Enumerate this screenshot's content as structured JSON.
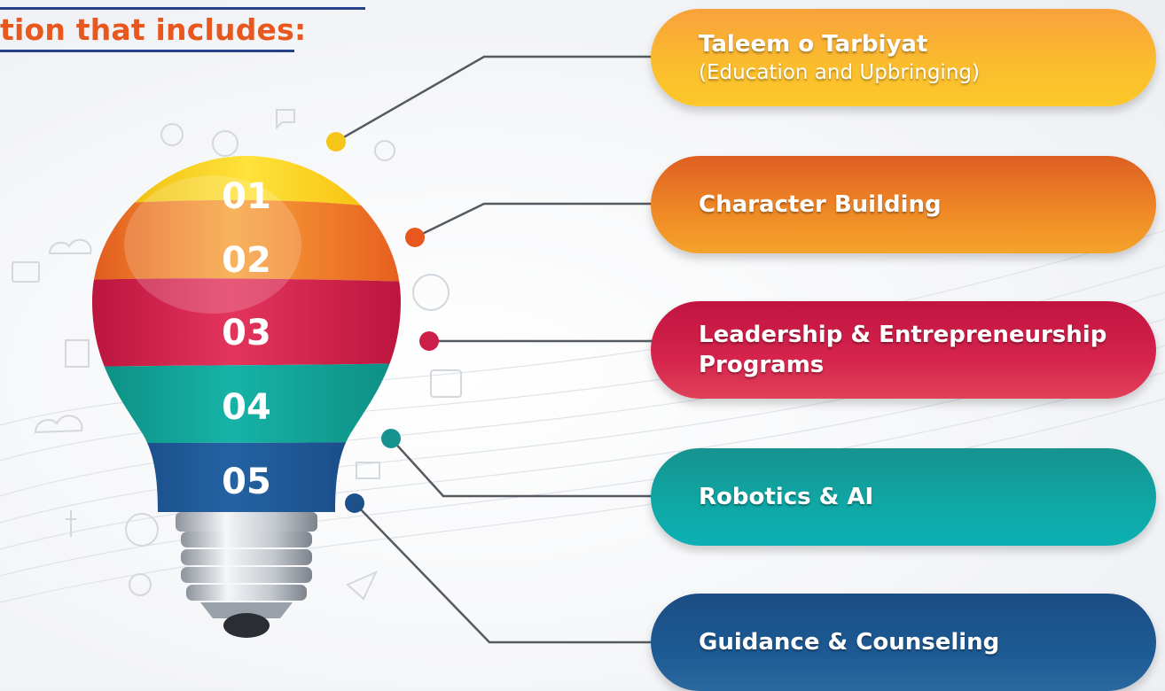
{
  "heading": {
    "text": "tion that includes:"
  },
  "bulb_numbers": [
    "01",
    "02",
    "03",
    "04",
    "05"
  ],
  "items": [
    {
      "title": "Taleem o Tarbiyat",
      "subtitle": "(Education and Upbringing)",
      "color": "#f9a825"
    },
    {
      "title": "Character Building",
      "subtitle": "",
      "color": "#e8711f"
    },
    {
      "title": "Leadership & Entrepreneurship Programs",
      "subtitle": "",
      "color": "#cc1f47"
    },
    {
      "title": "Robotics & AI",
      "subtitle": "",
      "color": "#0fa3a3"
    },
    {
      "title": "Guidance & Counseling",
      "subtitle": "",
      "color": "#1d5590"
    }
  ],
  "colors": {
    "heading_text": "#e8571e",
    "heading_rule": "#27408b",
    "connector": "#4a4a4a",
    "dot_1": "#f5c518",
    "dot_2": "#e8571e",
    "dot_3": "#cc1f47",
    "dot_4": "#16938f",
    "dot_5": "#1d4f8a"
  }
}
